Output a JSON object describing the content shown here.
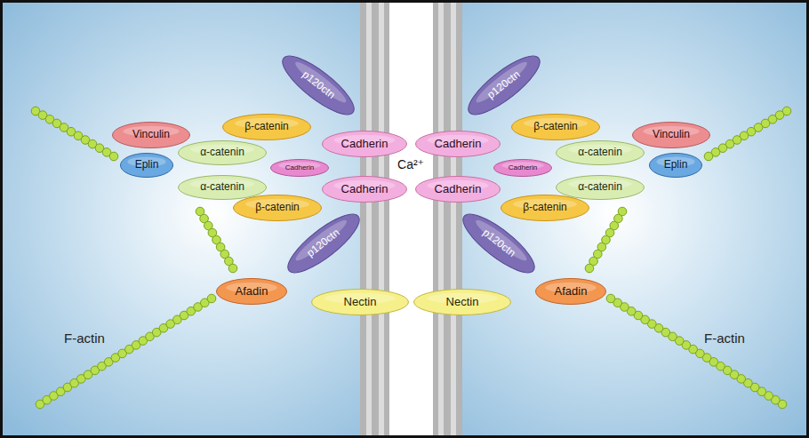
{
  "diagram": {
    "nodes": [
      {
        "text": [
          "p120ctn"
        ]
      },
      {
        "text": [
          "p120ctn"
        ]
      },
      {
        "text": [
          "β-catenin"
        ]
      },
      {
        "text": [
          "Cadherin"
        ]
      },
      {
        "text": [
          "Cadherin"
        ]
      },
      {
        "text": [
          "β-catenin"
        ]
      },
      {
        "text": [
          "Vinculin"
        ]
      },
      {
        "text": [
          "α-catenin"
        ]
      },
      {
        "text": [
          "α-catenin"
        ]
      },
      {
        "text": [
          "Vinculin"
        ]
      },
      {
        "text": [
          "Cadherin"
        ]
      },
      {
        "text": [
          "Cadherin"
        ]
      },
      {
        "text": [
          "Eplin"
        ]
      },
      {
        "text": [
          "Eplin"
        ]
      },
      {
        "text": [
          "α-catenin"
        ]
      },
      {
        "text": [
          "Cadherin"
        ]
      },
      {
        "text": [
          "Cadherin"
        ]
      },
      {
        "text": [
          "α-catenin"
        ]
      },
      {
        "text": [
          "β-catenin"
        ]
      },
      {
        "text": [
          "β-catenin"
        ]
      },
      {
        "text": [
          "p120ctn"
        ]
      },
      {
        "text": [
          "p120ctn"
        ]
      },
      {
        "text": [
          "Afadin"
        ]
      },
      {
        "text": [
          "Nectin"
        ]
      },
      {
        "text": [
          "Nectin"
        ]
      },
      {
        "text": [
          "Afadin"
        ]
      }
    ],
    "labels": [
      "Ca²⁺",
      "F-actin",
      "F-actin"
    ]
  }
}
